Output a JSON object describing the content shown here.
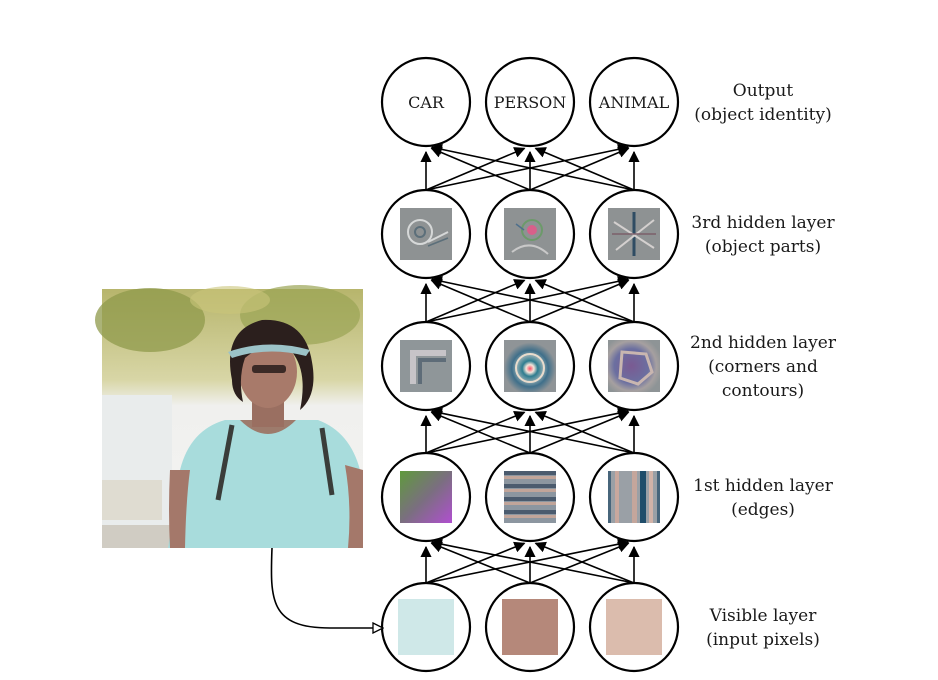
{
  "layers": [
    {
      "id": "output",
      "caption": [
        "Output",
        "(object identity)"
      ],
      "units": [
        {
          "label": "CAR"
        },
        {
          "label": "PERSON"
        },
        {
          "label": "ANIMAL"
        }
      ]
    },
    {
      "id": "hidden3",
      "caption": [
        "3rd hidden layer",
        "(object parts)"
      ],
      "units": [
        {
          "feature": "wheel-parts-feature-icon"
        },
        {
          "feature": "face-parts-feature-icon"
        },
        {
          "feature": "limb-parts-feature-icon"
        }
      ]
    },
    {
      "id": "hidden2",
      "caption": [
        "2nd hidden layer",
        "(corners and",
        "contours)"
      ],
      "units": [
        {
          "feature": "corner-feature-icon"
        },
        {
          "feature": "ring-contour-feature-icon"
        },
        {
          "feature": "blob-contour-feature-icon"
        }
      ]
    },
    {
      "id": "hidden1",
      "caption": [
        "1st hidden layer",
        "(edges)"
      ],
      "units": [
        {
          "feature": "diagonal-gradient-edge-icon"
        },
        {
          "feature": "horizontal-stripes-edge-icon"
        },
        {
          "feature": "vertical-stripes-edge-icon"
        }
      ]
    },
    {
      "id": "visible",
      "caption": [
        "Visible layer",
        "(input pixels)"
      ],
      "units": [
        {
          "swatch": "#cfe8e8"
        },
        {
          "swatch": "#b5887a"
        },
        {
          "swatch": "#dbbcad"
        }
      ]
    }
  ],
  "input_photo": {
    "icon": "person-photo-icon"
  }
}
